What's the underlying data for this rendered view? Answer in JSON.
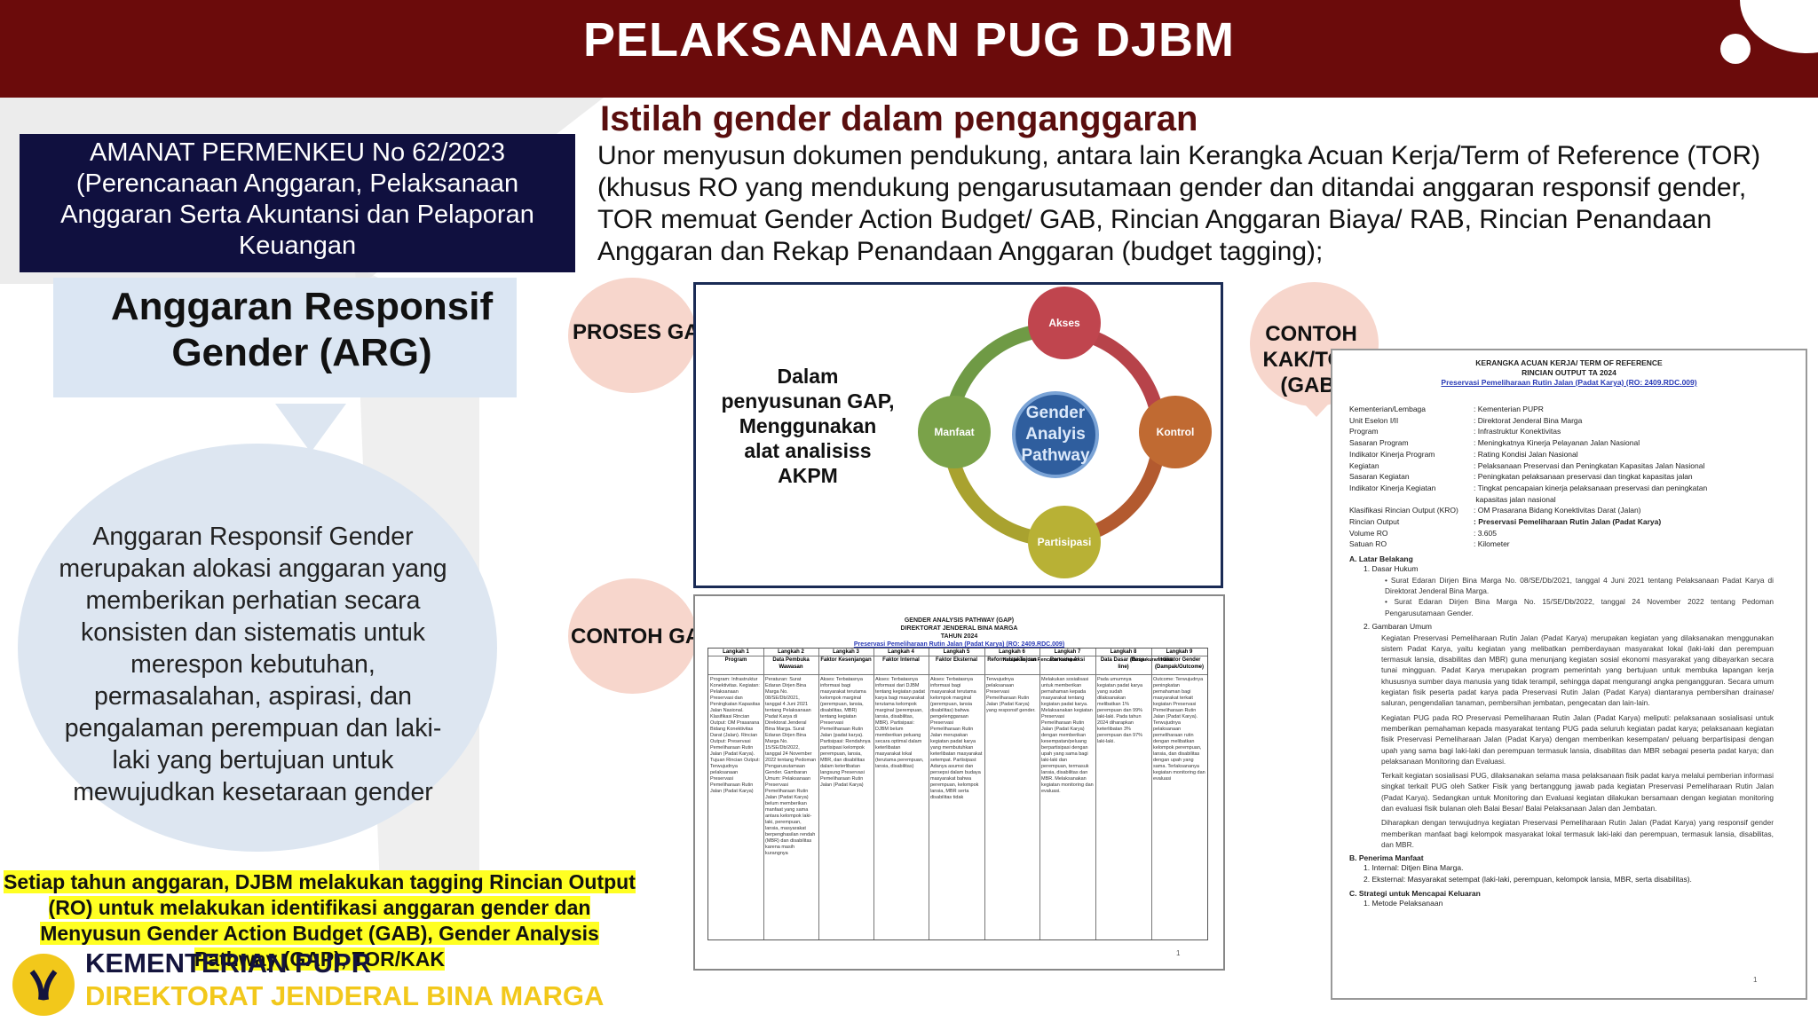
{
  "header": {
    "title": "PELAKSANAAN PUG DJBM"
  },
  "section": {
    "subtitle": "Istilah gender dalam penganggaran",
    "intro": "Unor menyusun dokumen pendukung, antara lain Kerangka Acuan Kerja/Term of Reference (TOR) (khusus RO yang mendukung pengarusutamaan gender dan ditandai anggaran responsif gender, TOR memuat Gender Action Budget/ GAB, Rincian Anggaran Biaya/ RAB, Rincian Penandaan Anggaran dan Rekap Penandaan Anggaran (budget tagging);"
  },
  "amanat": {
    "text": "AMANAT PERMENKEU No 62/2023 (Perencanaan Anggaran, Pelaksanaan Anggaran Serta Akuntansi dan Pelaporan Keuangan"
  },
  "arg": {
    "title": "Anggaran Responsif Gender  (ARG)",
    "description": "Anggaran Responsif Gender merupakan alokasi anggaran yang memberikan perhatian secara konsisten dan sistematis untuk merespon kebutuhan, permasalahan, aspirasi, dan pengalaman perempuan dan laki-laki yang bertujuan untuk mewujudkan kesetaraan gender"
  },
  "tagging_note": "Setiap tahun anggaran, DJBM melakukan tagging Rincian Output (RO) untuk melakukan identifikasi anggaran gender dan Menyusun Gender Action Budget (GAB), Gender Analysis Pathway (GAP), TOR/KAK",
  "footer": {
    "ministry": "KEMENTERIAN PUPR",
    "directorate": "DIREKTORAT JENDERAL BINA MARGA"
  },
  "labels": {
    "proses_gap": "PROSES GAP",
    "contoh_gap": "CONTOH GAP",
    "contoh_kak": "CONTOH KAK/TOR (GAB)"
  },
  "gap_process": {
    "caption": "Dalam penyusunan GAP, Menggunakan alat analisiss AKPM",
    "center": "Gender Analyis Pathway",
    "nodes": [
      "Akses",
      "Kontrol",
      "Partisipasi",
      "Manfaat"
    ],
    "colors": {
      "akses": "#c0454e",
      "kontrol": "#c06a32",
      "partisipasi": "#b8b135",
      "manfaat": "#7aa249"
    }
  },
  "gap_doc": {
    "title1": "GENDER ANALYSIS PATHWAY (GAP)",
    "title2": "DIREKTORAT JENDERAL BINA MARGA",
    "title3": "TAHUN 2024",
    "title4": "Preservasi Pemeliharaan Rutin Jalan (Padat Karya) (RO: 2409.RDC.009)",
    "columns": [
      {
        "step": "Langkah 1",
        "name": "Program",
        "text": "Program: Infrastruktur Konektivitas. Kegiatan: Pelaksanaan Preservasi dan Peningkatan Kapasitas Jalan Nasional. Klasifikasi Rincian Output: OM Prasarana Bidang Konektivitas Darat (Jalan). Rincian Output: Preservasi Pemeliharaan Rutin Jalan (Padat Karya). Tujuan Rincian Output: Terwujudnya pelaksanaan Preservasi Pemeliharaan Rutin Jalan (Padat Karya)"
      },
      {
        "step": "Langkah 2",
        "name": "Data Pembuka Wawasan",
        "text": "Peraturan: Surat Edaran Dirjen Bina Marga No. 08/SE/Db/2021, tanggal 4 Juni 2021 tentang Pelaksanaan Padat Karya di Direktorat Jenderal Bina Marga. Surat Edaran Dirjen Bina Marga No. 15/SE/Db/2022, tanggal 24 November 2022 tentang Pedoman Pengarusutamaan Gender. Gambaran Umum: Pelaksanaan Preservasi Pemeliharaan Rutin Jalan (Padat Karya) belum memberikan manfaat yang sama antara kelompok laki-laki, perempuan, lansia, masyarakat berpenghasilan rendah (MBR) dan disabilitas karena masih kurangnya"
      },
      {
        "step": "Langkah 3",
        "name": "Faktor Kesenjangan",
        "text": "Akses: Terbatasnya informasi bagi masyarakat terutama kelompok marginal (perempuan, lansia, disabilitas, MBR) tentang kegiatan Preservasi Pemeliharaan Rutin Jalan (padat karya). Partisipasi: Rendahnya partisipasi kelompok perempuan, lansia, MBR, dan disabilitas dalam keterlibatan langsung Preservasi Pemeliharaan Rutin Jalan (Padat Karya)"
      },
      {
        "step": "Langkah 4",
        "name": "Faktor Internal",
        "text": "Akses: Terbatasnya informasi dari DJBM tentang kegiatan padat karya bagi masyarakat terutama kelompok marginal (perempuan, lansia, disabilitas, MBR). Partisipasi: DJBM belum memberikan peluang secara optimal dalam keterlibatan masyarakat lokal (terutama perempuan, lansia, disabilitas)"
      },
      {
        "step": "Langkah 5",
        "name": "Faktor Eksternal",
        "text": "Akses: Terbatasnya informasi bagi masyarakat terutama kelompok marginal (perempuan, lansia disabilitas) bahwa pengelenggaraan Preservasi Pemeliharaan Rutin Jalan merupakan kegiatan padat karya yang membutuhkan keterlibatan masyarakat setempat. Partisipasi: Adanya asumsi dan persepsi dalam budaya masyarakat bahwa perempuan, kelompok lansia, MBR serta disabilitas tidak"
      },
      {
        "step": "Langkah 6",
        "name": "Reformulasi Tujuan",
        "text": "Terwujudnya pelaksanaan Preservasi Pemeliharaan Rutin Jalan (Padat Karya) yang responsif gender."
      },
      {
        "step": "Langkah 7",
        "name": "Rencana Aksi",
        "text": "Melakukan sosialisasi untuk memberikan pemahaman kepada masyarakat tentang kegiatan padat karya. Melaksanakan kegiatan Preservasi Pemeliharaan Rutin Jalan (Padat Karya) dengan memberikan kesempatan/peluang berpartisipasi dengan upah yang sama bagi laki-laki dan perempuan, termasuk lansia, disabilitas dan MBR. Melaksanakan kegiatan monitoring dan evaluasi."
      },
      {
        "step": "Langkah 8",
        "name": "Data Dasar (Base-line)",
        "text": "Pada umumnya kegiatan padat karya yang sudah dilaksanakan melibatkan 1% perempuan dan 99% laki-laki. Pada tahun 2024 diharapkan keterlibatan 3% perempuan dan 97% laki-laki."
      },
      {
        "step": "Langkah 9",
        "name": "Indikator Gender (Dampak/Outcome)",
        "text": "Outcome: Terwujudnya peningkatan pemahaman bagi masyarakat terkait kegiatan Preservasi Pemeliharaan Rutin Jalan (Padat Karya). Terwujudnya pelaksanaan pemeliharaan rutin dengan melibatkan kelompok perempuan, lansia, dan disabilitas dengan upah yang sama. Terlaksananya kegiatan monitoring dan evaluasi"
      }
    ],
    "section_head": "Kebijakan dan Rencana kedepan",
    "measure_head": "Pengukuran Hasil",
    "page": "1"
  },
  "kak_doc": {
    "title1": "KERANGKA ACUAN KERJA/ TERM OF REFERENCE",
    "title2": "RINCIAN OUTPUT TA 2024",
    "title3": "Preservasi Pemeliharaan Rutin Jalan (Padat Karya) (RO: 2409.RDC.009)",
    "rows": [
      {
        "label": "Kementerian/Lembaga",
        "value": ": Kementerian PUPR"
      },
      {
        "label": "Unit Eselon I/II",
        "value": ": Direktorat Jenderal Bina Marga"
      },
      {
        "label": "Program",
        "value": ": Infrastruktur Konektivitas"
      },
      {
        "label": "Sasaran Program",
        "value": ": Meningkatnya Kinerja Pelayanan Jalan Nasional"
      },
      {
        "label": "Indikator Kinerja Program",
        "value": ": Rating Kondisi Jalan Nasional"
      },
      {
        "label": "Kegiatan",
        "value": ": Pelaksanaan Preservasi dan Peningkatan Kapasitas Jalan Nasional"
      },
      {
        "label": "Sasaran Kegiatan",
        "value": ": Peningkatan pelaksanaan preservasi dan tingkat kapasitas jalan"
      },
      {
        "label": "Indikator Kinerja Kegiatan",
        "value": ": Tingkat pencapaian kinerja pelaksanaan preservasi dan peningkatan"
      },
      {
        "label": "",
        "value": "  kapasitas jalan nasional"
      },
      {
        "label": "Klasifikasi Rincian Output (KRO)",
        "value": ": OM Prasarana Bidang Konektivitas Darat (Jalan)"
      },
      {
        "label": "Rincian Output",
        "value": ": Preservasi Pemeliharaan Rutin Jalan (Padat Karya)"
      },
      {
        "label": "Volume RO",
        "value": ": 3.605"
      },
      {
        "label": "Satuan RO",
        "value": ": Kilometer"
      }
    ],
    "a_head": "A.  Latar Belakang",
    "a1": "1.  Dasar Hukum",
    "bullet1": "Surat Edaran Dirjen Bina Marga No. 08/SE/Db/2021, tanggal 4 Juni 2021 tentang Pelaksanaan Padat Karya di Direktorat Jenderal Bina Marga.",
    "bullet2": "Surat Edaran Dirjen Bina Marga No. 15/SE/Db/2022, tanggal 24 November 2022 tentang Pedoman Pengarusutamaan Gender.",
    "a2": "2.  Gambaran Umum",
    "para1": "Kegiatan Preservasi Pemeliharaan Rutin Jalan (Padat Karya) merupakan kegiatan yang dilaksanakan menggunakan sistem Padat Karya, yaitu kegiatan yang melibatkan pemberdayaan masyarakat lokal (laki-laki dan perempuan termasuk lansia, disabilitas dan MBR) guna menunjang kegiatan sosial ekonomi masyarakat yang dibayarkan secara tunai mingguan. Padat Karya merupakan program pemerintah yang bertujuan untuk membuka lapangan kerja khususnya sumber daya manusia yang tidak terampil, sehingga dapat mengurangi angka pengangguran. Secara umum kegiatan fisik peserta padat karya pada Preservasi Rutin Jalan (Padat Karya) diantaranya pembersihan drainase/ saluran, pengendalian tanaman, pembersihan jembatan, pengecatan dan lain-lain.",
    "para2": "Kegiatan PUG pada RO Preservasi Pemeliharaan Rutin Jalan (Padat Karya) meliputi: pelaksanaan sosialisasi untuk memberikan pemahaman kepada masyarakat tentang PUG pada seluruh kegiatan padat karya; pelaksanaan kegiatan fisik Preservasi Pemeliharaan Jalan (Padat Karya) dengan memberikan kesempatan/ peluang berpartisipasi dengan upah yang sama bagi laki-laki dan perempuan termasuk lansia, disabilitas dan MBR sebagai peserta padat karya; dan pelaksanaan Monitoring dan Evaluasi.",
    "para3": "Terkait kegiatan sosialisasi PUG, dilaksanakan selama masa pelaksanaan fisik padat karya melalui pemberian informasi singkat terkait PUG oleh Satker Fisik yang bertanggung jawab pada kegiatan Preservasi Pemeliharaan Rutin Jalan (Padat Karya). Sedangkan untuk Monitoring dan Evaluasi kegiatan dilakukan bersamaan dengan kegiatan monitoring dan evaluasi fisik bulanan oleh Balai Besar/ Balai Pelaksanaan Jalan dan Jembatan.",
    "para4": "Diharapkan dengan terwujudnya kegiatan Preservasi Pemeliharaan Rutin Jalan (Padat Karya) yang responsif gender memberikan manfaat bagi kelompok masyarakat lokal termasuk laki-laki dan perempuan, termasuk lansia, disabilitas, dan MBR.",
    "b_head": "B.  Penerima Manfaat",
    "b1": "1.  Internal:    Ditjen Bina Marga.",
    "b2": "2.  Eksternal:   Masyarakat setempat (laki-laki, perempuan, kelompok lansia, MBR, serta disabilitas).",
    "c_head": "C.  Strategi untuk Mencapai Keluaran",
    "c1": "1.  Metode Pelaksanaan",
    "page": "1"
  }
}
